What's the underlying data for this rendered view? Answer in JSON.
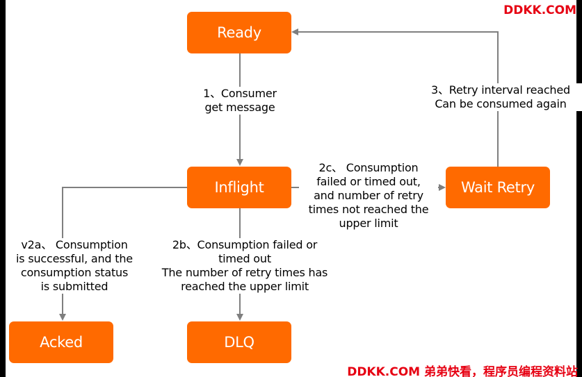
{
  "colors": {
    "state_fill": "#ff6a00",
    "state_text": "#ffffff",
    "connector": "#7f7f7f",
    "watermark": "#e60012"
  },
  "states": {
    "ready": "Ready",
    "inflight": "Inflight",
    "wait_retry": "Wait Retry",
    "acked": "Acked",
    "dlq": "DLQ"
  },
  "transitions": {
    "consumer_get_message": "1、Consumer\nget message",
    "retry_interval_reached": "3、Retry interval reached\nCan be consumed again",
    "consumption_failed_not_limit": "2c、 Consumption\nfailed or timed out,\nand number of retry\ntimes not reached the\nupper limit",
    "consumption_successful": "v2a、 Consumption\nis successful, and the\nconsumption status\nis submitted",
    "consumption_failed_limit": "2b、Consumption failed or\ntimed out\nThe number of retry times has\nreached the upper limit"
  },
  "watermarks": {
    "top": "DDKK.COM",
    "bottom": "DDKK.COM 弟弟快看，程序员编程资料站"
  }
}
